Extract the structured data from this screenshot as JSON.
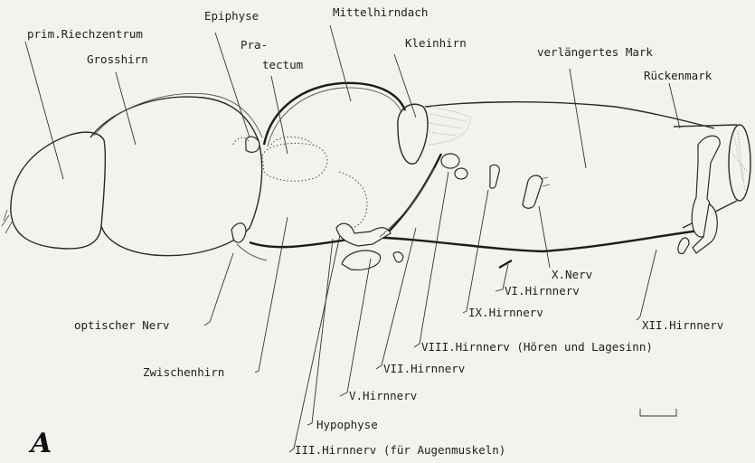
{
  "panel_letter": "A",
  "labels": {
    "riechzentrum": "prim.Riechzentrum",
    "grosshirn": "Grosshirn",
    "epiphyse": "Epiphyse",
    "praetectum_1": "Pra-",
    "praetectum_2": "tectum",
    "mittelhirndach": "Mittelhirndach",
    "kleinhirn": "Kleinhirn",
    "verlaengertes_mark": "verlängertes Mark",
    "rueckenmark": "Rückenmark",
    "optischer_nerv": "optischer Nerv",
    "zwischenhirn": "Zwischenhirn",
    "hypophyse": "Hypophyse",
    "nerv_iii": "III.Hirnnerv (für Augenmuskeln)",
    "nerv_v": "V.Hirnnerv",
    "nerv_vii": "VII.Hirnnerv",
    "nerv_viii": "VIII.Hirnnerv (Hören und Lagesinn)",
    "nerv_ix": "IX.Hirnnerv",
    "nerv_vi": "VI.Hirnnerv",
    "nerv_x": "X.Nerv",
    "nerv_xii": "XII.Hirnnerv"
  }
}
